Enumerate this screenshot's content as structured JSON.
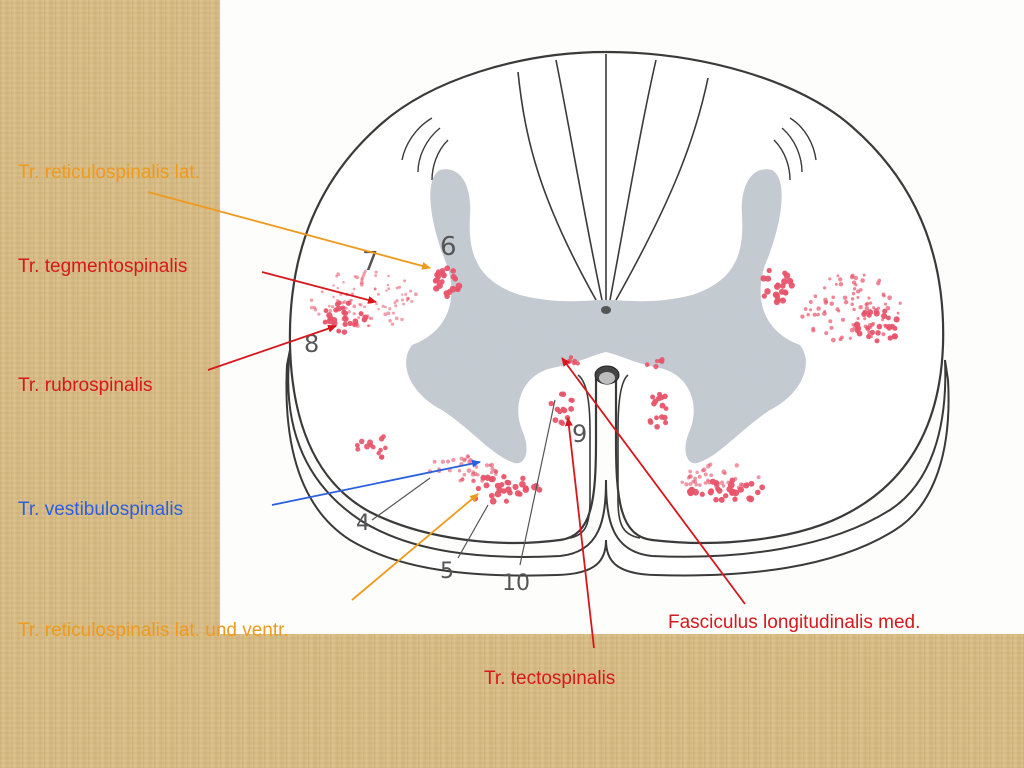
{
  "colors": {
    "orange": "#ee9a1c",
    "red": "#d8171c",
    "blue": "#2a5fe0",
    "dot": "#e8546a",
    "grey_matter": "#c6ccd3",
    "outline": "#3a3a3a"
  },
  "labels": {
    "reticulospinalis_lat": "Tr. reticulospinalis lat.",
    "tegmentospinalis": "Tr. tegmentospinalis",
    "rubrospinalis": "Tr. rubrospinalis",
    "vestibulospinalis": "Tr. vestibulospinalis",
    "reticulospinalis_lat_ventr": "Tr. reticulospinalis lat. und ventr.",
    "tectospinalis": "Tr. tectospinalis",
    "fasciculus": "Fasciculus longitudinalis med."
  },
  "numbers": {
    "n4": "4",
    "n5": "5",
    "n6": "6",
    "n7": "7",
    "n8": "8",
    "n9": "9",
    "n10": "10"
  }
}
